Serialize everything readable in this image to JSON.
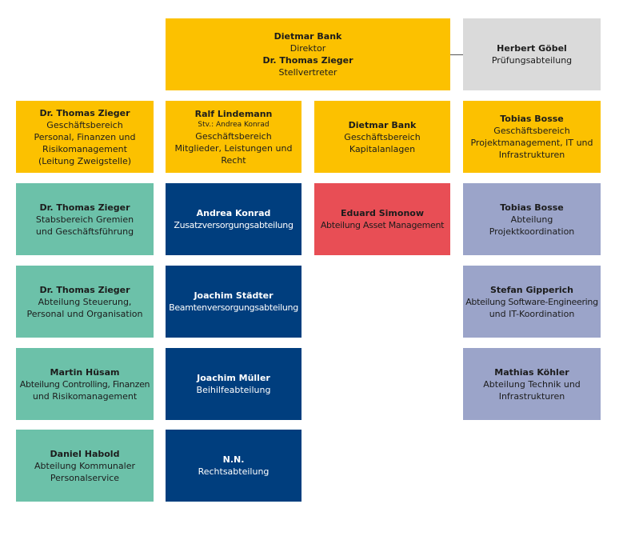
{
  "colors": {
    "management": "#fcc100",
    "audit": "#dadada",
    "staff_units": "#6cc1a9",
    "pension_departments": "#003e7e",
    "asset_management": "#e84e55",
    "project_departments": "#9ba4c9"
  },
  "top": {
    "director": {
      "name": "Dietmar Bank",
      "role": "Direktor",
      "deputy_name": "Dr. Thomas Zieger",
      "deputy_role": "Stellvertreter"
    },
    "audit": {
      "name": "Herbert Göbel",
      "role": "Prüfungsabteilung"
    }
  },
  "divisions": [
    {
      "name": "Dr. Thomas Zieger",
      "l1": "Geschäftsbereich",
      "l2": "Personal, Finanzen und",
      "l3": "Risikomanagement",
      "l4": "(Leitung Zweigstelle)"
    },
    {
      "name": "Ralf Lindemann",
      "deputy": "Stv.: Andrea Konrad",
      "l1": "Geschäftsbereich",
      "l2": "Mitglieder, Leistungen und",
      "l3": "Recht"
    },
    {
      "name": "Dietmar Bank",
      "l1": "Geschäftsbereich",
      "l2": "Kapitalanlagen"
    },
    {
      "name": "Tobias Bosse",
      "l1": "Geschäftsbereich",
      "l2": "Projektmanagement, IT und",
      "l3": "Infrastrukturen"
    }
  ],
  "column1": [
    {
      "name": "Dr. Thomas Zieger",
      "l1": "Stabsbereich Gremien",
      "l2": "und Geschäftsführung"
    },
    {
      "name": "Dr. Thomas Zieger",
      "l1": "Abteilung Steuerung,",
      "l2": "Personal und Organisation"
    },
    {
      "name": "Martin Hüsam",
      "l1": "Abteilung Controlling, Finanzen",
      "l2": "und Risikomanagement"
    },
    {
      "name": "Daniel Habold",
      "l1": "Abteilung Kommunaler",
      "l2": "Personalservice"
    }
  ],
  "column2": [
    {
      "name": "Andrea Konrad",
      "l1": "Zusatzversorgungsabteilung"
    },
    {
      "name": "Joachim Städter",
      "l1": "Beamtenversorgungsabteilung"
    },
    {
      "name": "Joachim Müller",
      "l1": "Beihilfeabteilung"
    },
    {
      "name": "N.N.",
      "l1": "Rechtsabteilung"
    }
  ],
  "column3": [
    {
      "name": "Eduard Simonow",
      "l1": "Abteilung Asset Management"
    }
  ],
  "column4": [
    {
      "name": "Tobias Bosse",
      "l1": "Abteilung",
      "l2": "Projektkoordination"
    },
    {
      "name": "Stefan Gipperich",
      "l1": "Abteilung Software-Engineering",
      "l2": "und IT-Koordination"
    },
    {
      "name": "Mathias Köhler",
      "l1": "Abteilung Technik und",
      "l2": "Infrastrukturen"
    }
  ]
}
